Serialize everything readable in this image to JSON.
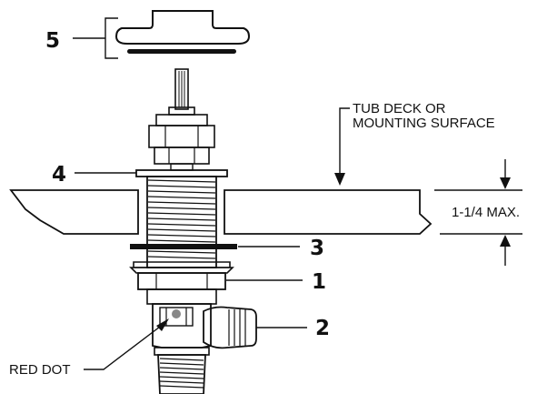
{
  "callouts": {
    "part_5": "5",
    "part_4": "4",
    "part_3": "3",
    "part_1": "1",
    "part_2": "2"
  },
  "labels": {
    "surface_line1": "TUB DECK OR",
    "surface_line2": "MOUNTING SURFACE",
    "max_thickness": "1-1/4 MAX.",
    "red_dot": "RED DOT"
  },
  "colors": {
    "ink": "#111111",
    "red_dot_marker": "#888888"
  }
}
